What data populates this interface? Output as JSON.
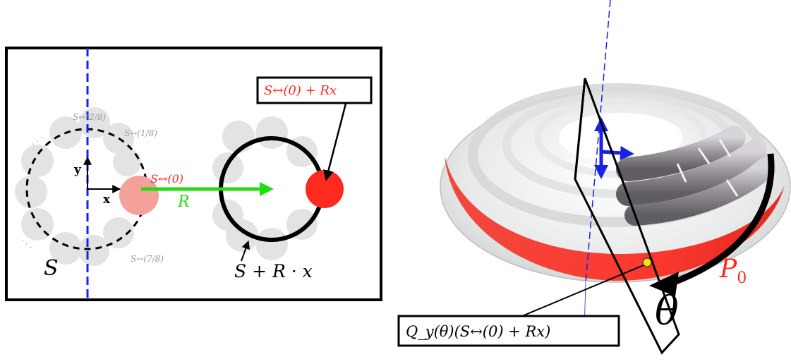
{
  "left_panel": {
    "set_label": "S",
    "sum_label": "S + R · x",
    "origin_label": "S↔(0)",
    "radius_label": "R",
    "x_axis_label": "x",
    "y_axis_label": "y",
    "frac_2_8": "S↔(2/8)",
    "frac_1_8": "S↔(1/8)",
    "frac_7_8": "S↔(7/8)",
    "ellipsis_top": "·  ·  ·",
    "ellipsis_bottom": "·  ·  ·",
    "callout": "S↔(0) + Rx"
  },
  "right_panel": {
    "path_label": "P",
    "path_subscript": "0",
    "angle_label": "θ",
    "rotation_callout": "Q_y(θ)(S↔(0) + Rx)"
  },
  "colors": {
    "red": "#ff2a1f",
    "pink": "#f4a19a",
    "green": "#22dd11",
    "blue": "#1a22e0",
    "grey_disc": "#e3e3e3",
    "tube_grey": "#8d8a8f"
  }
}
